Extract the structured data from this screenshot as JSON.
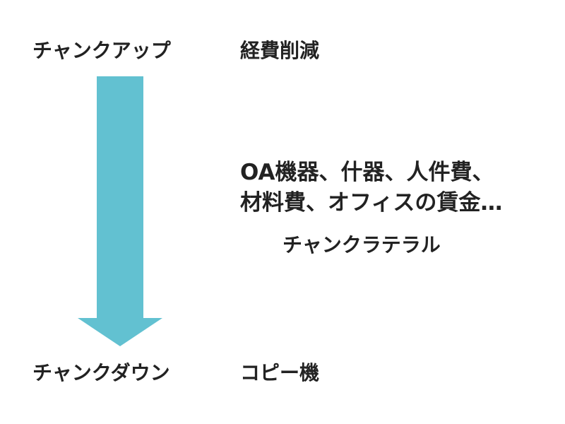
{
  "diagram": {
    "top": {
      "label": "チャンクアップ",
      "example": "経費削減"
    },
    "middle": {
      "line1": "OA機器、什器、人件費、",
      "line2": "材料費、オフィスの賃金…",
      "lateral_label": "チャンクラテラル"
    },
    "bottom": {
      "label": "チャンクダウン",
      "example": "コピー機"
    },
    "colors": {
      "arrow": "#62c1d1",
      "text": "#222222"
    }
  }
}
